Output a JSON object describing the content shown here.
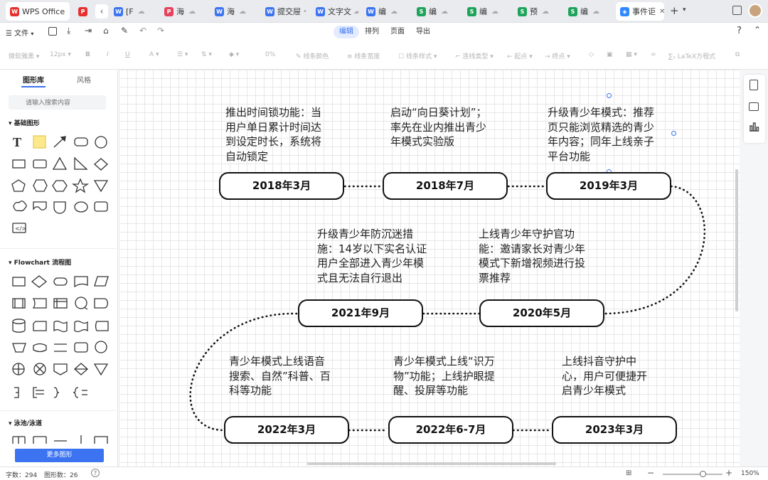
{
  "tabs": [
    {
      "label": "WPS Office",
      "icon": "wps-logo-icon",
      "color": "#e5302f"
    },
    {
      "label": "",
      "icon": "pdf-icon",
      "color": "#e5302f"
    },
    {
      "label": "[F",
      "icon": "word-icon",
      "color": "#3b73f0"
    },
    {
      "label": "海",
      "icon": "ppt-icon",
      "color": "#e5435c"
    },
    {
      "label": "海",
      "icon": "word-icon",
      "color": "#3b73f0"
    },
    {
      "label": "提交屉",
      "icon": "word-icon",
      "color": "#3b73f0"
    },
    {
      "label": "文字文",
      "icon": "word-icon",
      "color": "#3b73f0"
    },
    {
      "label": "编",
      "icon": "word-icon",
      "color": "#3b73f0"
    },
    {
      "label": "编",
      "icon": "sheet-icon",
      "color": "#1ea35a"
    },
    {
      "label": "编",
      "icon": "sheet-icon",
      "color": "#1ea35a"
    },
    {
      "label": "预",
      "icon": "sheet-icon",
      "color": "#1ea35a"
    },
    {
      "label": "编",
      "icon": "sheet-icon",
      "color": "#1ea35a"
    },
    {
      "label": "事件讵",
      "icon": "flowchart-icon",
      "color": "#2f88ff"
    }
  ],
  "menu": {
    "file": "文件",
    "tabs": [
      "编辑",
      "排列",
      "页面",
      "导出"
    ],
    "active_tab": "编辑"
  },
  "toolbar": {
    "font": "微软雅黑",
    "size": "12px",
    "bold": "B",
    "italic": "I",
    "underline": "U",
    "font_color": "A",
    "opacity": "0%",
    "line_color": "线条颜色",
    "line_width": "线条宽度",
    "line_style": "线条样式",
    "connector": "连线类型",
    "start": "起点",
    "end": "终点",
    "latex": "LaTeX方程式"
  },
  "left_panel": {
    "tab_library": "图形库",
    "tab_style": "风格",
    "search_placeholder": "请输入搜索内容",
    "section_basic": "基础图形",
    "section_flowchart": "Flowchart 流程图",
    "section_swimlane": "泳池/泳道",
    "more_button": "更多图形"
  },
  "timeline": {
    "events": [
      {
        "date": "2018年3月",
        "desc": [
          "推出时间锁功能：当",
          "用户单日累计时间达",
          "到设定时长，系统将",
          "自动锁定"
        ]
      },
      {
        "date": "2018年7月",
        "desc": [
          "启动“向日葵计划”；",
          "率先在业内推出青少",
          "年模式实验版"
        ]
      },
      {
        "date": "2019年3月",
        "desc": [
          "升级青少年模式：推荐",
          "页只能浏览精选的青少",
          "年内容；同年上线亲子",
          "平台功能"
        ]
      },
      {
        "date": "2020年5月",
        "desc": [
          "上线青少年守护官功",
          "能：邀请家长对青少年",
          "模式下新增视频进行投",
          "票推荐"
        ]
      },
      {
        "date": "2021年9月",
        "desc": [
          "升级青少年防沉迷措",
          "施：14岁以下实名认证",
          "用户全部进入青少年模",
          "式且无法自行退出"
        ]
      },
      {
        "date": "2022年3月",
        "desc": [
          "青少年模式上线语音",
          "搜索、自然”科普、百",
          "科等功能"
        ]
      },
      {
        "date": "2022年6-7月",
        "desc": [
          "青少年模式上线“识万",
          "物”功能；上线护眼提",
          "醒、投屏等功能"
        ]
      },
      {
        "date": "2023年3月",
        "desc": [
          "上线抖音守护中",
          "心，用户可便捷开",
          "启青少年模式"
        ]
      }
    ]
  },
  "status": {
    "chars_label": "字数：",
    "chars": "294",
    "shapes_label": "图形数：",
    "shapes": "26",
    "zoom": "150%"
  }
}
